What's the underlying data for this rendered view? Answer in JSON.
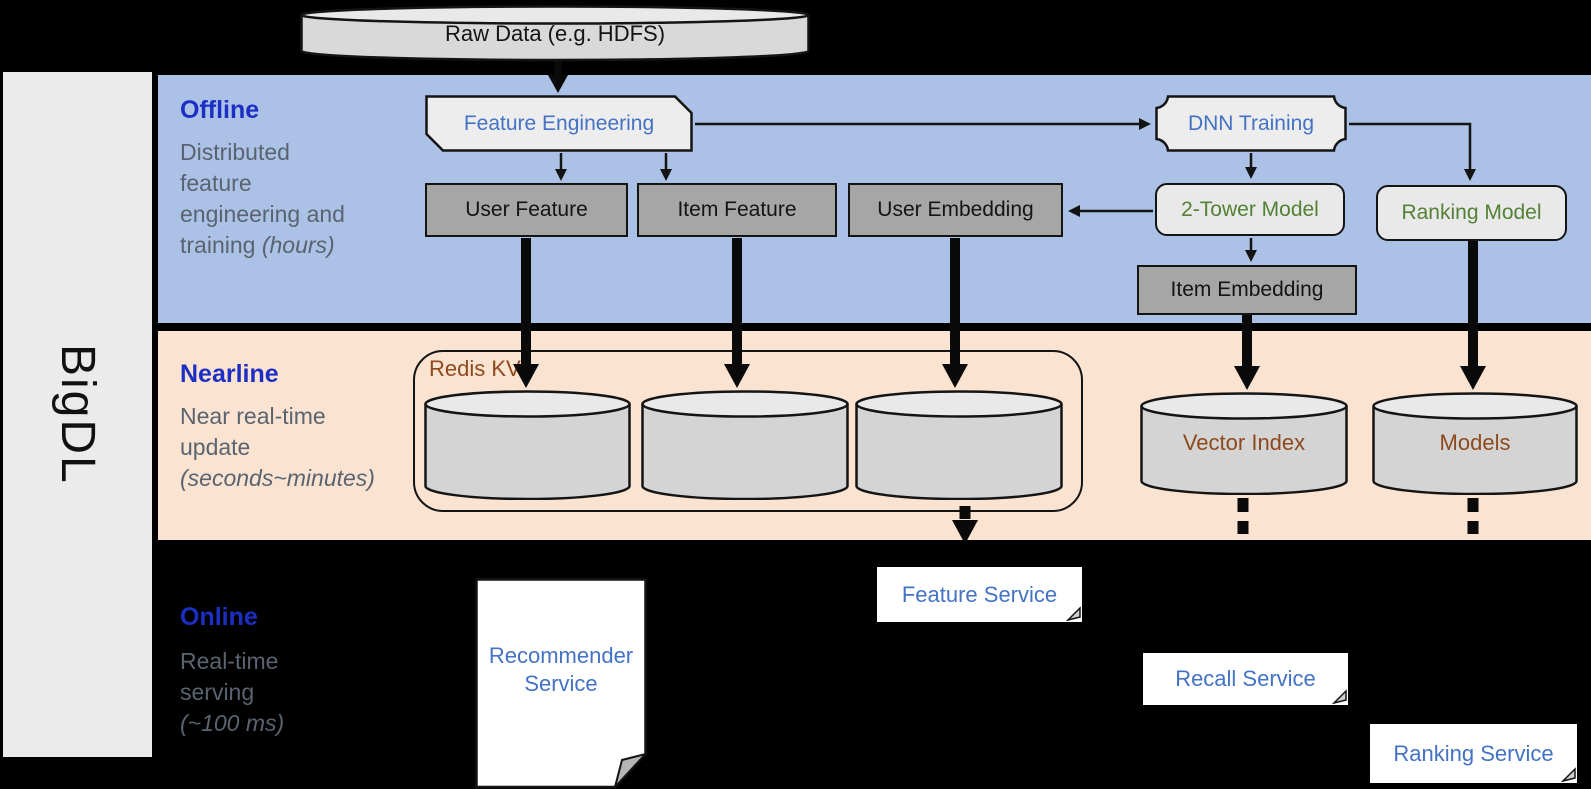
{
  "sidebar": {
    "brand": "BigDL"
  },
  "source": {
    "label": "Raw Data (e.g. HDFS)"
  },
  "sections": {
    "offline": {
      "title": "Offline",
      "line1": "Distributed",
      "line2": "feature",
      "line3": "engineering and",
      "line4_normal": "training",
      "line4_italic": "(hours)"
    },
    "nearline": {
      "title": "Nearline",
      "line1": "Near real-time",
      "line2": "update",
      "line3_italic": "(seconds~minutes)"
    },
    "online": {
      "title": "Online",
      "line1": "Real-time",
      "line2": "serving",
      "line3_italic": "(~100 ms)"
    }
  },
  "nodes": {
    "feature_engineering": "Feature Engineering",
    "dnn_training": "DNN Training",
    "user_feature": "User Feature",
    "item_feature": "Item Feature",
    "user_embedding": "User Embedding",
    "two_tower_model": "2-Tower Model",
    "ranking_model": "Ranking Model",
    "item_embedding": "Item Embedding",
    "redis_kv": "Redis KV",
    "vector_index": "Vector Index",
    "models": "Models",
    "feature_service": "Feature Service",
    "recall_service": "Recall Service",
    "ranking_service": "Ranking Service",
    "recommender_service_line1": "Recommender",
    "recommender_service_line2": "Service"
  },
  "colors": {
    "offline_band": "#abc1e5",
    "nearline_band": "#fae3d1",
    "online_background": "#000000",
    "section_title_blue": "#1c2fc4",
    "description_gray": "#5a6470",
    "process_text_blue": "#4472c4",
    "model_text_green": "#538135",
    "storage_text_brown": "#8e4a1d",
    "feature_box_gray": "#a6a6a6",
    "shape_fill_light": "#e9e9e9"
  }
}
